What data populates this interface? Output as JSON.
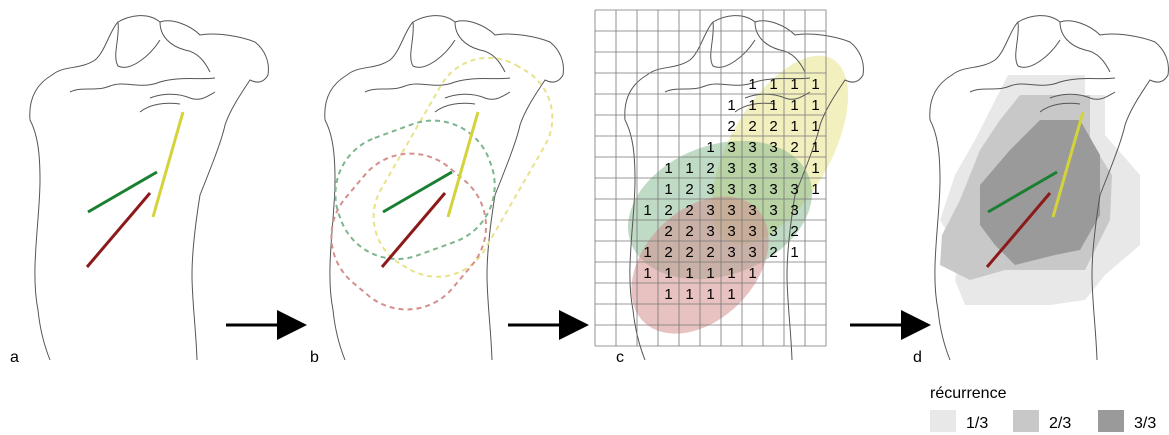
{
  "panels": [
    {
      "id": "a",
      "label": "a"
    },
    {
      "id": "b",
      "label": "b"
    },
    {
      "id": "c",
      "label": "c"
    },
    {
      "id": "d",
      "label": "d"
    }
  ],
  "lines": [
    {
      "name": "green",
      "color": "#1b7f32"
    },
    {
      "name": "yellow",
      "color": "#d4d43a"
    },
    {
      "name": "red",
      "color": "#8c1a1a"
    }
  ],
  "zone_colors": {
    "green": "#7fb58c",
    "yellow": "#e8e38a",
    "red": "#d4908e"
  },
  "grid_counts": [
    {
      "row": 3,
      "start": 7,
      "values": [
        "1",
        "1",
        "1",
        "1"
      ]
    },
    {
      "row": 4,
      "start": 6,
      "values": [
        "1",
        "1",
        "1",
        "1",
        "1"
      ]
    },
    {
      "row": 5,
      "start": 6,
      "values": [
        "2",
        "2",
        "2",
        "1",
        "1"
      ]
    },
    {
      "row": 6,
      "start": 5,
      "values": [
        "1",
        "3",
        "3",
        "3",
        "2",
        "1"
      ]
    },
    {
      "row": 7,
      "start": 3,
      "values": [
        "1",
        "1",
        "2",
        "3",
        "3",
        "3",
        "3",
        "1"
      ]
    },
    {
      "row": 8,
      "start": 3,
      "values": [
        "1",
        "2",
        "3",
        "3",
        "3",
        "3",
        "3",
        "1"
      ]
    },
    {
      "row": 9,
      "start": 2,
      "values": [
        "1",
        "2",
        "2",
        "3",
        "3",
        "3",
        "3",
        "3"
      ]
    },
    {
      "row": 10,
      "start": 3,
      "values": [
        "2",
        "2",
        "3",
        "3",
        "3",
        "3",
        "2"
      ]
    },
    {
      "row": 11,
      "start": 2,
      "values": [
        "1",
        "2",
        "2",
        "2",
        "3",
        "3",
        "2",
        "1"
      ]
    },
    {
      "row": 12,
      "start": 2,
      "values": [
        "1",
        "1",
        "1",
        "1",
        "1",
        "1"
      ]
    },
    {
      "row": 13,
      "start": 3,
      "values": [
        "1",
        "1",
        "1",
        "1"
      ]
    }
  ],
  "legend": {
    "title": "récurrence",
    "items": [
      {
        "label": "1/3",
        "color": "#e8e8e8"
      },
      {
        "label": "2/3",
        "color": "#c8c8c8"
      },
      {
        "label": "3/3",
        "color": "#9a9a9a"
      }
    ]
  }
}
